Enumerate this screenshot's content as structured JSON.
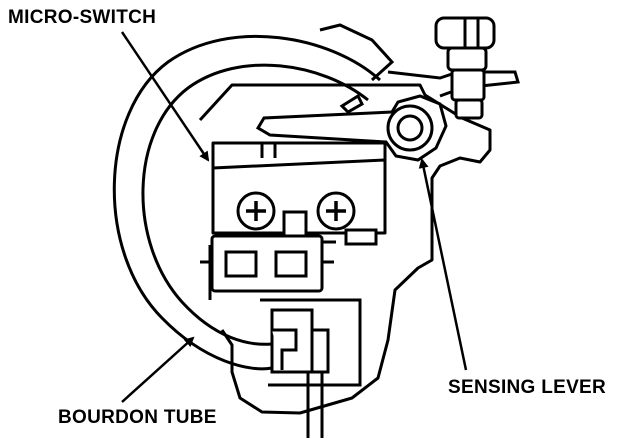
{
  "labels": {
    "micro_switch": "MICRO-SWITCH",
    "sensing_lever": "SENSING LEVER",
    "bourdon_tube": "BOURDON TUBE"
  },
  "colors": {
    "ink": "#000000",
    "paper": "#ffffff"
  }
}
